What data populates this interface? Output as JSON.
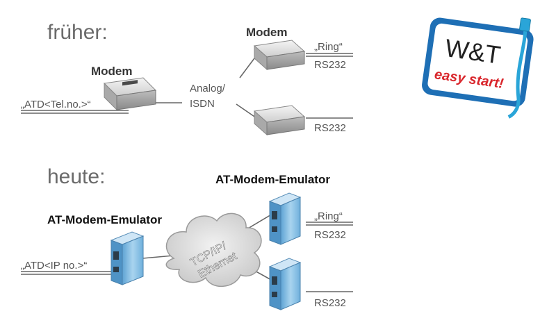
{
  "sections": {
    "past": "früher:",
    "today": "heute:"
  },
  "past": {
    "modem_left_label": "Modem",
    "modem_right_label": "Modem",
    "command": "„ATD<Tel.no.>“",
    "network": [
      "Analog/",
      "ISDN"
    ],
    "ring": "„Ring“",
    "rs232_top": "RS232",
    "rs232_bottom": "RS232"
  },
  "today": {
    "emulator_left_label": "AT-Modem-Emulator",
    "emulator_right_label": "AT-Modem-Emulator",
    "command": "„ATD<IP no.>“",
    "network": [
      "TCP/IP/",
      "Ethernet"
    ],
    "ring": "„Ring“",
    "rs232_top": "RS232",
    "rs232_bottom": "RS232"
  },
  "logo": {
    "brand": "W&T",
    "tagline": "easy start!"
  },
  "colors": {
    "logo_border": "#1e6fb5",
    "logo_tagline": "#d9262c",
    "device_blue": "#8fc3e6",
    "cloud_gray": "#d8d8d8",
    "line": "#666666"
  }
}
